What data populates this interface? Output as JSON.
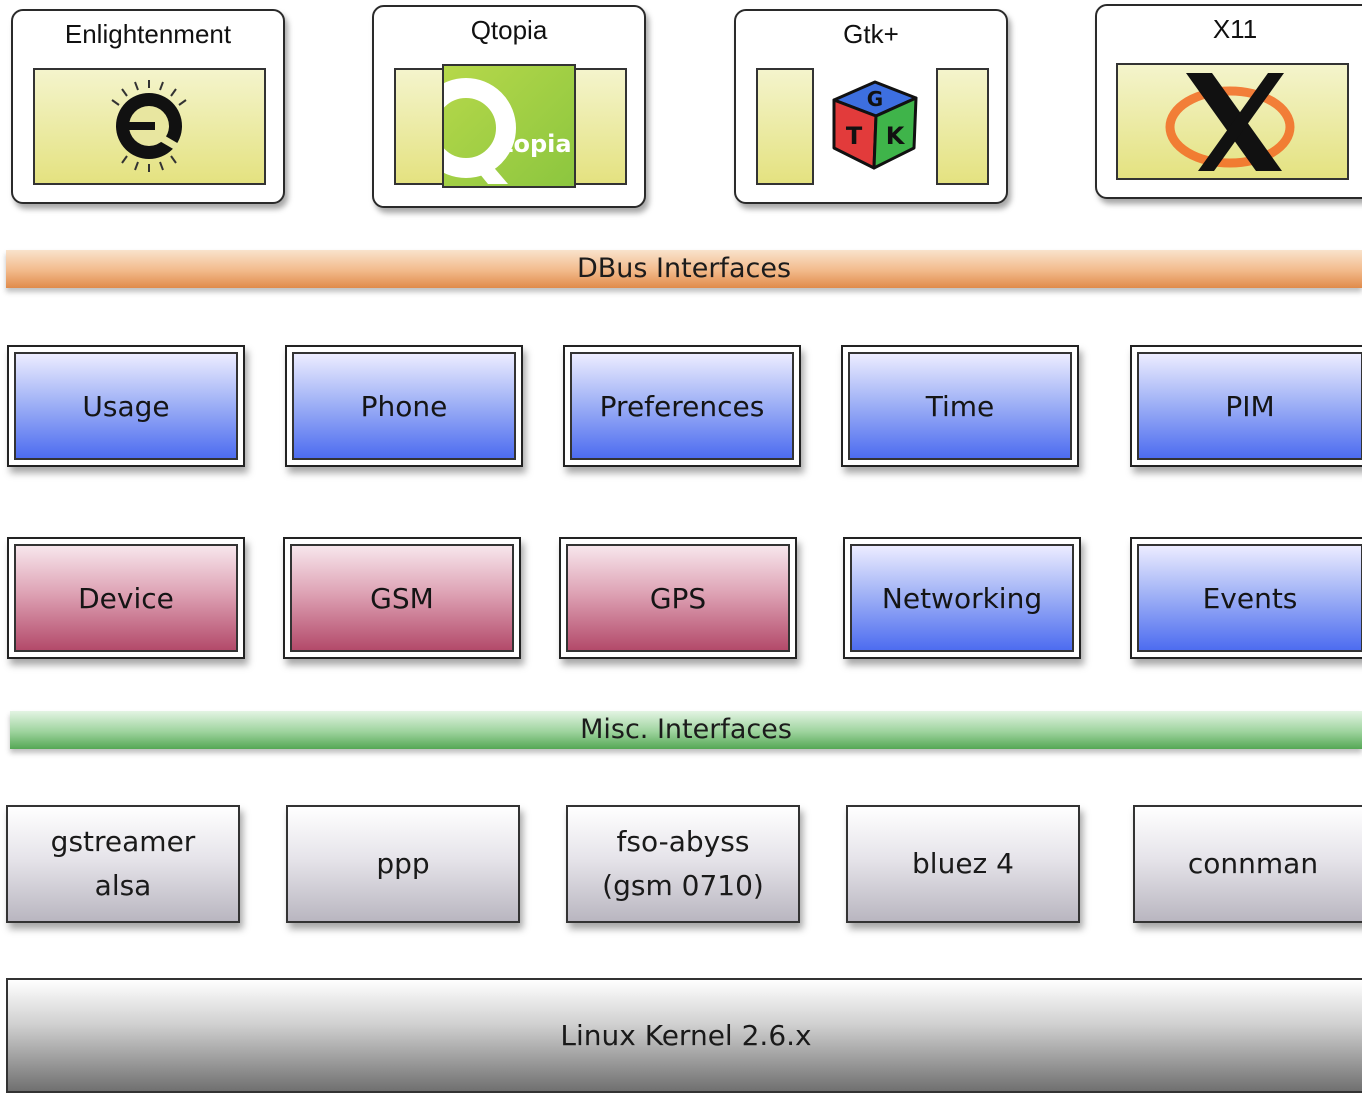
{
  "toolkits": [
    {
      "label": "Enlightenment",
      "logo": "enlightenment-logo"
    },
    {
      "label": "Qtopia",
      "logo": "qtopia-logo",
      "logo_text": "topia",
      "logo_letter": "Q"
    },
    {
      "label": "Gtk+",
      "logo": "gtk-cube-logo",
      "logo_letters": [
        "G",
        "T",
        "K"
      ]
    },
    {
      "label": "X11",
      "logo": "x11-logo",
      "logo_letter": "X"
    }
  ],
  "bars": {
    "dbus": "DBus Interfaces",
    "misc": "Misc. Interfaces"
  },
  "services_row1": [
    "Usage",
    "Phone",
    "Preferences",
    "Time",
    "PIM"
  ],
  "services_row2": [
    "Device",
    "GSM",
    "GPS",
    "Networking",
    "Events"
  ],
  "libraries": [
    {
      "line1": "gstreamer",
      "line2": "alsa"
    },
    {
      "line1": "ppp"
    },
    {
      "line1": "fso-abyss",
      "line2": "(gsm 0710)"
    },
    {
      "line1": "bluez 4"
    },
    {
      "line1": "connman"
    }
  ],
  "kernel": "Linux Kernel 2.6.x",
  "colors": {
    "dbus_bar": "#f2b98a",
    "misc_bar": "#9dd39d",
    "service_blue": "#4d6cf0",
    "service_red": "#b34a6a",
    "logo_bg": "#e4e280"
  }
}
